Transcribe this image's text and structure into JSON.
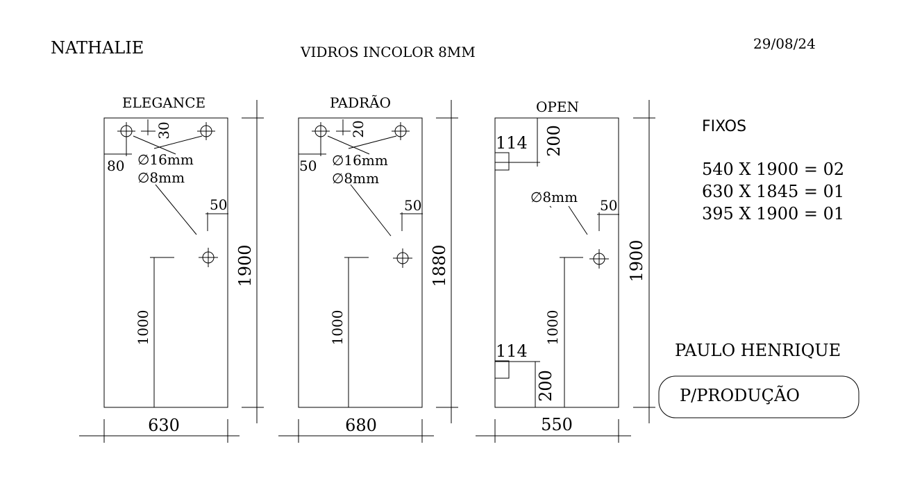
{
  "header": {
    "client": "NATHALIE",
    "title": "VIDROS INCOLOR 8MM",
    "date": "29/08/24"
  },
  "panels": {
    "elegance": {
      "name": "ELEGANCE",
      "width": "630",
      "height": "1900",
      "top_offset": "30",
      "side_offset": "80",
      "hole_big": "∅16mm",
      "hole_small": "∅8mm",
      "right_offset": "50",
      "handle_height": "1000"
    },
    "padrao": {
      "name": "PADRÃO",
      "width": "680",
      "height": "1880",
      "top_offset": "20",
      "side_offset": "50",
      "hole_big": "∅16mm",
      "hole_small": "∅8mm",
      "right_offset": "50",
      "handle_height": "1000"
    },
    "open": {
      "name": "OPEN",
      "width": "550",
      "height": "1900",
      "notch_width_top": "114",
      "notch_height_top": "200",
      "notch_width_bottom": "114",
      "notch_height_bottom": "200",
      "hole_small": "∅8mm",
      "right_offset": "50",
      "handle_height": "1000"
    }
  },
  "fixos": {
    "title": "FIXOS",
    "items": [
      "540 X 1900 = 02",
      "630 X 1845 = 01",
      "395 X 1900 = 01"
    ]
  },
  "footer": {
    "name": "PAULO HENRIQUE",
    "stamp": "P/PRODUÇÃO"
  }
}
